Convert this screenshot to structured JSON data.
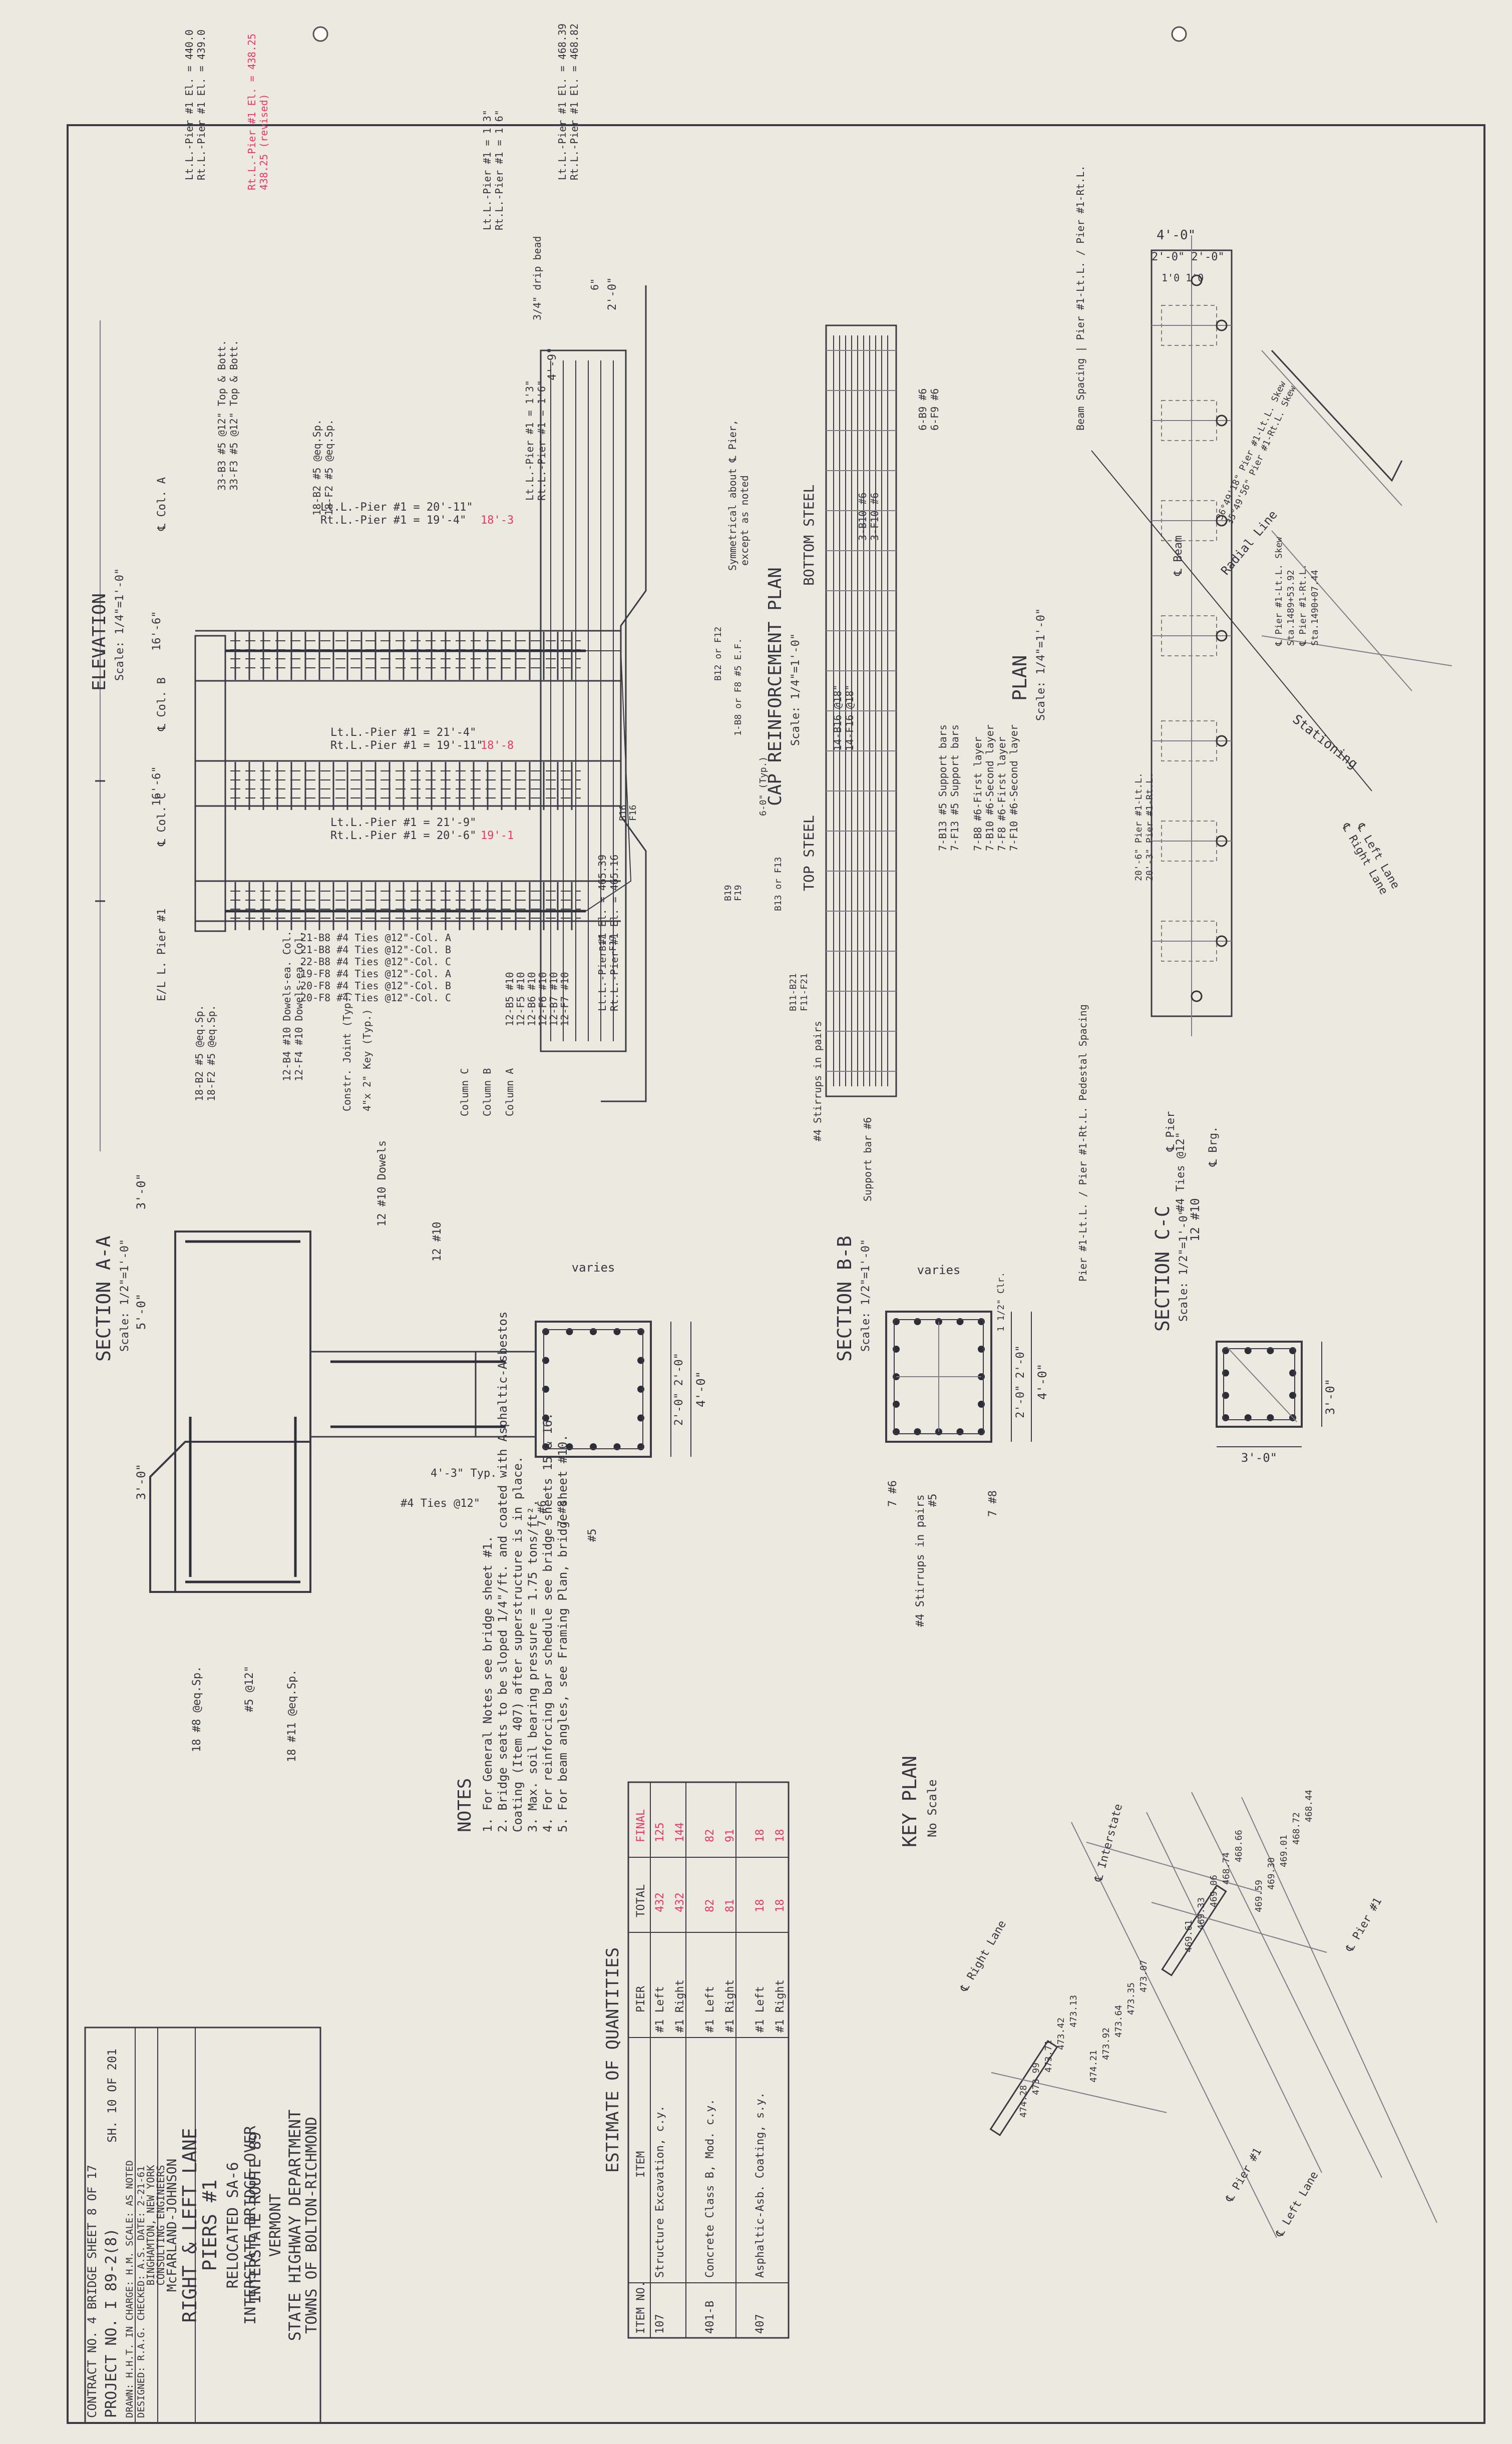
{
  "sheet": {
    "paper_color": "#ece9e0",
    "ink_color": "#35363f",
    "correction_color": "#e8366a"
  },
  "title_block": {
    "state": "VERMONT",
    "department": "STATE HIGHWAY DEPARTMENT",
    "towns": "TOWNS OF BOLTON-RICHMOND",
    "route": "INTERSTATE ROUTE 89",
    "bridge": "INTERSTATE BRIDGE OVER",
    "relocated": "RELOCATED SA-6",
    "piers": "PIERS #1",
    "lanes": "RIGHT & LEFT LANE",
    "engineers": "McFARLAND-JOHNSON",
    "engineers_sub": "CONSULTING ENGINEERS",
    "engineers_city": "BINGHAMTON, NEW YORK",
    "designed": "DESIGNED: R.A.G. CHECKED: A.S. DATE: 2-21-61",
    "drawn": "DRAWN: H.H.T. IN CHARGE: H.M. SCALE: AS NOTED",
    "project": "PROJECT NO. I 89-2(8)",
    "sheet_no": "SH. 10 OF 201",
    "contract": "CONTRACT NO. 4   BRIDGE SHEET 8 OF 17"
  },
  "views": {
    "plan_title": "PLAN",
    "plan_scale": "Scale: 1/4\"=1'-0\"",
    "cap_title": "CAP REINFORCEMENT PLAN",
    "cap_scale": "Scale: 1/4\"=1'-0\"",
    "elevation_title": "ELEVATION",
    "elevation_scale": "Scale: 1/4\"=1'-0\"",
    "section_cc_title": "SECTION C-C",
    "section_cc_scale": "Scale: 1/2\"=1'-0\"",
    "section_bb_title": "SECTION B-B",
    "section_bb_scale": "Scale: 1/2\"=1'-0\"",
    "section_aa_title": "SECTION A-A",
    "section_aa_scale": "Scale: 1/2\"=1'-0\"",
    "key_plan_title": "KEY PLAN",
    "key_plan_scale": "No Scale",
    "bottom_steel": "BOTTOM STEEL",
    "top_steel": "TOP STEEL"
  },
  "plan_labels": {
    "dim_top": "4'-0\"",
    "dim_split": "2'-0\"  2'-0\"",
    "dim_small": "1'0 1'0",
    "beam_spacing": "Beam Spacing | Pier #1-Lt.L. / Pier #1-Rt.L.",
    "pedestal_spacing": "Pier #1-Lt.L. / Pier #1-Rt.L. Pedestal Spacing",
    "beam": "℄ Beam",
    "brg": "℄ Brg.",
    "pier": "℄ Pier",
    "stationing": "Stationing",
    "radial_line": "Radial Line",
    "left_lane": "℄ Left Lane",
    "right_lane": "℄ Right Lane",
    "sta_note_1": "℄ Pier #1-Lt.L. Skew",
    "sta_note_2": "Sta.1489+53.92",
    "sta_note_3": "℄ Pier #1-Rt.L.",
    "sta_note_4": "Sta.1490+07.44",
    "skew_1": "36°49'18\" Pier #1-Lt.L. Skew",
    "skew_2": "35°49'56\" Pier #1-Rt.L. Skew",
    "spacing_1": "20'-6\" Pier #1-Lt.L.",
    "spacing_2": "20'-3\" Pier #1-Rt.L.",
    "support_1": "7-B13 #5 Support bars",
    "support_2": "7-F13 #5 Support bars",
    "first_layer": "7-B8 #6-First layer",
    "second_layer": "7-B10 #6-Second layer",
    "f_first": "7-F8 #6-First layer",
    "f_second": "7-F10 #6-Second layer"
  },
  "cap_labels": {
    "b14": "14-B16 @18\"",
    "f14": "14-F16 @18\"",
    "b9": "3-B10 #6",
    "f9": "3-F10 #6",
    "b8": "6-B9 #6",
    "f8": "6-F9 #6",
    "stirrups": "#4 Stirrups in pairs",
    "symmetrical": "Symmetrical about ℄ Pier,",
    "except": "except as noted",
    "b_hoops": "1-B8 or F8 #5 E.F.",
    "spacing": "6-0\" (Typ.)",
    "b12": "B12 or F12",
    "b13": "B13 or F13",
    "b11": "B11-B21",
    "f11": "F11-F21",
    "support_bar": "Support bar #6"
  },
  "elev_labels": {
    "lt_el": "Lt.L.-Pier #1 El. = 468.39",
    "rt_el": "Rt.L.-Pier #1 El. = 468.82",
    "drip": "3/4\" drip bead",
    "dim_2": "2'-0\"",
    "dim_6": "6\"",
    "dim_49": "4'-9\"",
    "lt_h1": "Lt.L.-Pier #1 = 1'3\"",
    "rt_h1": "Rt.L.-Pier #1 = 1'6\"",
    "lt_len1": "Lt.L.-Pier #1 = 20'-11\"",
    "rt_len1": "Rt.L.-Pier #1 = 19'-4\"",
    "rt_len1_fix": "18'-3",
    "lt_len2": "Lt.L.-Pier #1 = 21'-4\"",
    "rt_len2": "Rt.L.-Pier #1 = 19'-11\"",
    "rt_len2_fix": "18'-8",
    "lt_len3": "Lt.L.-Pier #1 = 21'-9\"",
    "rt_len3": "Rt.L.-Pier #1 = 20'-6\"",
    "rt_len3_fix": "19'-1",
    "lt_elev": "Lt.L.-Pier #1 El. = 440.0",
    "rt_elev": "Rt.L.-Pier #1 El. = 439.0",
    "rt_elev_fix": "Rt.L.-Pier #1 El. = 438.25",
    "rt_elev_fix2": "438.25 (revised)",
    "col_a": "℄ Col. A",
    "col_b": "℄ Col. B",
    "col_c": "℄ Col. C",
    "dim_16": "16'-6\"",
    "dim_16b": "16'-6\"",
    "el_pier": "E/L L. Pier #1",
    "b18": "18-B2 #5 @eq.Sp.",
    "f18": "18-F2 #5 @eq.Sp.",
    "b33": "33-B3 #5 @12\" Top & Bott.",
    "f33": "33-F3 #5 @12\" Top & Bott.",
    "ties_1": "21-B8 #4 Ties @12\"-Col. A",
    "ties_2": "21-B8 #4 Ties @12\"-Col. B",
    "ties_3": "22-B8 #4 Ties @12\"-Col. C",
    "ties_4": "19-F8 #4 Ties @12\"-Col. A",
    "ties_5": "20-F8 #4 Ties @12\"-Col. B",
    "ties_6": "20-F8 #4 Ties @12\"-Col. C",
    "dowels_1": "12-B4 #10 Dowels-ea. Col.",
    "dowels_2": "12-F4 #10 Dowels-ea. Col.",
    "col_bars_1": "12-B5 #10",
    "col_bars_2": "12-F5 #10",
    "col_bars_3": "12-B6 #10",
    "col_bars_4": "12-F6 #10",
    "col_bars_5": "12-B7 #10",
    "col_bars_6": "12-F7 #10",
    "column_a": "Column A",
    "column_b": "Column B",
    "column_c": "Column C",
    "lt_top": "Lt.L.-Pier #1 El. = 465.39",
    "rt_top": "Rt.L.-Pier #1 El. = 465.16",
    "key": "4\"x 2\" Key (Typ.)",
    "joint": "Constr. Joint (Typ.)",
    "b16": "B16",
    "f16": "F16",
    "b17": "B17",
    "f17": "F17",
    "b19": "B19",
    "f19": "F19"
  },
  "section_labels": {
    "cc_dim": "3'-0\"",
    "cc_bars": "12 #10",
    "cc_ties": "#4 Ties @12\"",
    "bb_dim_top": "4'-0\"",
    "bb_dim_split": "2'-0\"  2'-0\"",
    "bb_varies": "varies",
    "bb_bars": "7 #8",
    "bb_stirrups": "#4 Stirrups in pairs",
    "bb_b6": "7 #6",
    "bb_b5": "#5",
    "bb_clear1": "1 1/2\" Clr.",
    "aa_dim_top": "4'-0\"",
    "aa_dim_split": "2'-0\"  2'-0\"",
    "aa_varies": "varies",
    "aa_dowels": "12 #10 Dowels",
    "aa_bars": "12 #10",
    "aa_typ": "4'-3\" Typ.",
    "aa_ties": "#4 Ties @12\"",
    "aa_3": "3'-0\"",
    "aa_5": "5'-0\"",
    "aa_3b": "3'-0\"",
    "aa_18": "18 #11 @eq.Sp.",
    "aa_5b": "#5 @12\"",
    "aa_18b": "18 #8 @eq.Sp.",
    "aa_8": "7 #8",
    "aa_6": "7 #6",
    "aa_5c": "#5"
  },
  "key_plan": {
    "pier_label": "℄ Pier #1",
    "pier_label2": "℄ Pier #1",
    "interstate": "℄ Interstate",
    "right_lane": "℄ Right Lane",
    "left_lane": "℄ Left Lane",
    "elevs_top": [
      "468.66",
      "468.74",
      "469.06",
      "469.33",
      "469.61"
    ],
    "elevs_top2": [
      "468.44",
      "468.72",
      "469.01",
      "469.30",
      "469.59"
    ],
    "elevs_bot": [
      "473.13",
      "473.42",
      "473.71",
      "473.99",
      "474.28"
    ],
    "elevs_bot2": [
      "473.07",
      "473.35",
      "473.64",
      "473.92",
      "474.21"
    ]
  },
  "quantities": {
    "title": "ESTIMATE OF QUANTITIES",
    "headers": [
      "ITEM NO.",
      "ITEM",
      "PIER",
      "TOTAL",
      "FINAL"
    ],
    "rows": [
      {
        "no": "107",
        "item": "Structure Excavation, c.y.",
        "pier": "#1 Left",
        "total": "432",
        "final": "125"
      },
      {
        "no": "",
        "item": "",
        "pier": "#1 Right",
        "total": "432",
        "final": "144"
      },
      {
        "no": "401-B",
        "item": "Concrete Class B, Mod. c.y.",
        "pier": "#1 Left",
        "total": "82",
        "final": "82"
      },
      {
        "no": "",
        "item": "",
        "pier": "#1 Right",
        "total": "81",
        "final": "91"
      },
      {
        "no": "407",
        "item": "Asphaltic-Asb. Coating, s.y.",
        "pier": "#1 Left",
        "total": "18",
        "final": "18"
      },
      {
        "no": "",
        "item": "",
        "pier": "#1 Right",
        "total": "18",
        "final": "18"
      }
    ]
  },
  "notes": {
    "title": "NOTES",
    "items": [
      "1. For General Notes see bridge sheet #1.",
      "2. Bridge seats to be sloped 1/4\"/ft. and coated with Asphaltic-Asbestos",
      "   Coating (Item 407) after superstructure is in place.",
      "3. Max. soil bearing pressure = 1.75 tons/ft².",
      "4. For reinforcing bar schedule see bridge sheets 15 & 16.",
      "5. For beam angles, see Framing Plan, bridge sheet #10."
    ]
  }
}
